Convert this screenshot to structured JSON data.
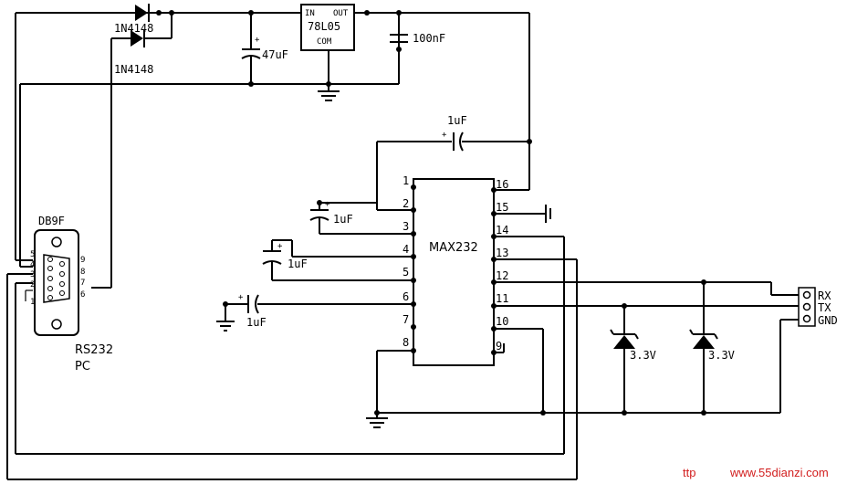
{
  "regulator": {
    "in_label": "IN",
    "out_label": "OUT",
    "part": "78L05",
    "com_label": "COM"
  },
  "diodes": {
    "d1": "1N4148",
    "d2": "1N4148"
  },
  "capacitors": {
    "c_47": "47uF",
    "c_100n": "100nF",
    "c_top": "1uF",
    "c_pin3": "1uF",
    "c_pin4": "1uF",
    "c_pin6": "1uF"
  },
  "connector": {
    "name": "DB9F",
    "caption_line1": "RS232",
    "caption_line2": "PC",
    "pins": [
      "5",
      "4",
      "3",
      "2",
      "1",
      "9",
      "8",
      "7",
      "6"
    ]
  },
  "chip": {
    "name": "MAX232",
    "left_pins": [
      "1",
      "2",
      "3",
      "4",
      "5",
      "6",
      "7",
      "8"
    ],
    "right_pins": [
      "16",
      "15",
      "14",
      "13",
      "12",
      "11",
      "10",
      "9"
    ]
  },
  "zeners": {
    "z1": "3.3V",
    "z2": "3.3V"
  },
  "header": {
    "pins": [
      "RX",
      "TX",
      "GND"
    ]
  },
  "watermark": {
    "left": "ttp",
    "right": "www.55dianzi.com"
  }
}
